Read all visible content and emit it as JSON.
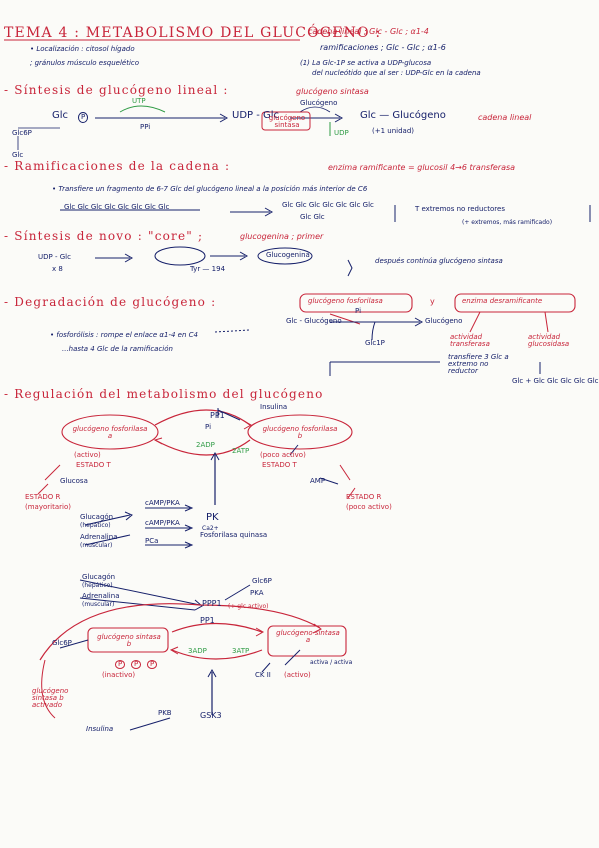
{
  "header": {
    "tema": "TEMA 4 : METABOLISMO DEL GLUCÓGENO :",
    "cadena_lineal": "cadena lineal ; Glc - Glc ; α1-4",
    "ramificaciones": "ramificaciones ; Glc - Glc ; α1-6",
    "localizacion": "• Localización : citosol hígado",
    "granulos": "; gránulos músculo esquelético",
    "nota_uno": "(1) La Glc-1P se activa a UDP-glucosa",
    "nota_dos": "del nucleótido que al ser : UDP-Glc en la cadena"
  },
  "sec_lineal": {
    "title": "- Síntesis de glucógeno lineal :",
    "enzyme": "glucógeno sintasa",
    "glc_p": "Glc",
    "p_circle": "P",
    "utp": "UTP",
    "ppi": "PPi",
    "udp_glc": "UDP - Glc",
    "glucogeno_top": "Glucógeno",
    "box_enzyme": "glucógeno sintasa",
    "udp": "UDP",
    "glc_glucogeno": "Glc — Glucógeno",
    "extension": "(+1 unidad)",
    "cadena_lineal_label": "cadena lineal",
    "glc6p": "Glc6P",
    "glc": "Glc"
  },
  "sec_ramif": {
    "title": "- Ramificaciones de la cadena :",
    "enzyme": "enzima ramificante = glucosil 4→6 transferasa",
    "desc": "• Transfiere un fragmento de 6-7 Glc del glucógeno lineal a la posición más interior de C6",
    "chain_left": "Glc Glc Glc Glc Glc Glc Glc Glc",
    "chain_right_top": "Glc Glc Glc Glc Glc Glc Glc",
    "chain_right_bottom": "Glc Glc",
    "result": "T extremos no reductores",
    "result_note": "(+ extremos, más ramificado)"
  },
  "sec_novo": {
    "title": "- Síntesis de novo : \"core\" ;",
    "enzyme": "glucogenina ; primer",
    "udp_glc": "UDP - Glc",
    "x8": "x 8",
    "tyr": "Tyr — 194",
    "glucogenina": "Glucogenina",
    "note": "después continúa glucógeno sintasa"
  },
  "sec_degr": {
    "title": "- Degradación de glucógeno :",
    "enzyme_a": "glucógeno fosforilasa",
    "and": "y",
    "enzyme_b": "enzima desramificante",
    "glc_glucogeno": "Glc - Glucógeno",
    "pi": "Pi",
    "glc1p": "Glc1P",
    "glucogeno": "Glucógeno",
    "fosforolisis": "• fosforólisis : rompe el enlace α1-4 en C4",
    "ramificacion_note": "...hasta 4 Glc de la ramificación",
    "actividad_transferasa": "actividad transferasa",
    "actividad_glucosidasa": "actividad glucosidasa",
    "transfiere": "transfiere 3 Glc a extremo no reductor",
    "libera": "Glc + Glc Glc Glc Glc Glc"
  },
  "sec_regul": {
    "title": "- Regulación del metabolismo del glucógeno",
    "insulina_top": "Insulina",
    "pp1_top": "PP1",
    "fosforilasa_a": "glucógeno fosforilasa a",
    "activo": "(activo)",
    "estado_t": "ESTADO T",
    "fosforilasa_b": "glucógeno fosforilasa b",
    "poco_activo": "(poco activo)",
    "estado_t2": "ESTADO T",
    "two_adp": "2ADP",
    "two_atp": "2ATP",
    "pi": "Pi",
    "fosforilasa_kinasa": "Fosforilasa quinasa",
    "glucosa": "Glucosa",
    "estado_r": "ESTADO R",
    "estado_r_note": "(mayoritario)",
    "estado_r2": "ESTADO R",
    "estado_r2_note": "(poco activo)",
    "amp": "AMP",
    "glucagon": "Glucagón",
    "hepatico": "(hepático)",
    "adrenalina": "Adrenalina",
    "muscular": "(muscular)",
    "camp_pka_1": "cAMP/PKA",
    "camp_pka_2": "cAMP/PKA",
    "pca": "PCa",
    "pk": "PK",
    "ca2": "Ca2+"
  },
  "sec_sintasa": {
    "glucagon": "Glucagón",
    "hepatico": "(hepático)",
    "adrenalina": "Adrenalina",
    "muscular": "(muscular)",
    "pp1_top": "PPP1",
    "pp1_note": "(+ glc activo)",
    "g6p": "Glc6P",
    "pka": "PKA",
    "pp1_mid": "PP1",
    "sintasa_b": "glucógeno sintasa b",
    "inactivo": "(inactivo)",
    "sintasa_a": "glucógeno sintasa a",
    "activo": "(activo)",
    "three_adp": "3ADP",
    "three_atp": "3ATP",
    "p1": "P",
    "p2": "P",
    "p3": "P",
    "gsk3": "GSK3",
    "gk2": "CK II",
    "glc6p_side": "Glc6P",
    "activa_note": "glucógeno sintasa b activado",
    "insulina": "Insulina",
    "pka2": "PKB",
    "otros": "activa / activa"
  }
}
